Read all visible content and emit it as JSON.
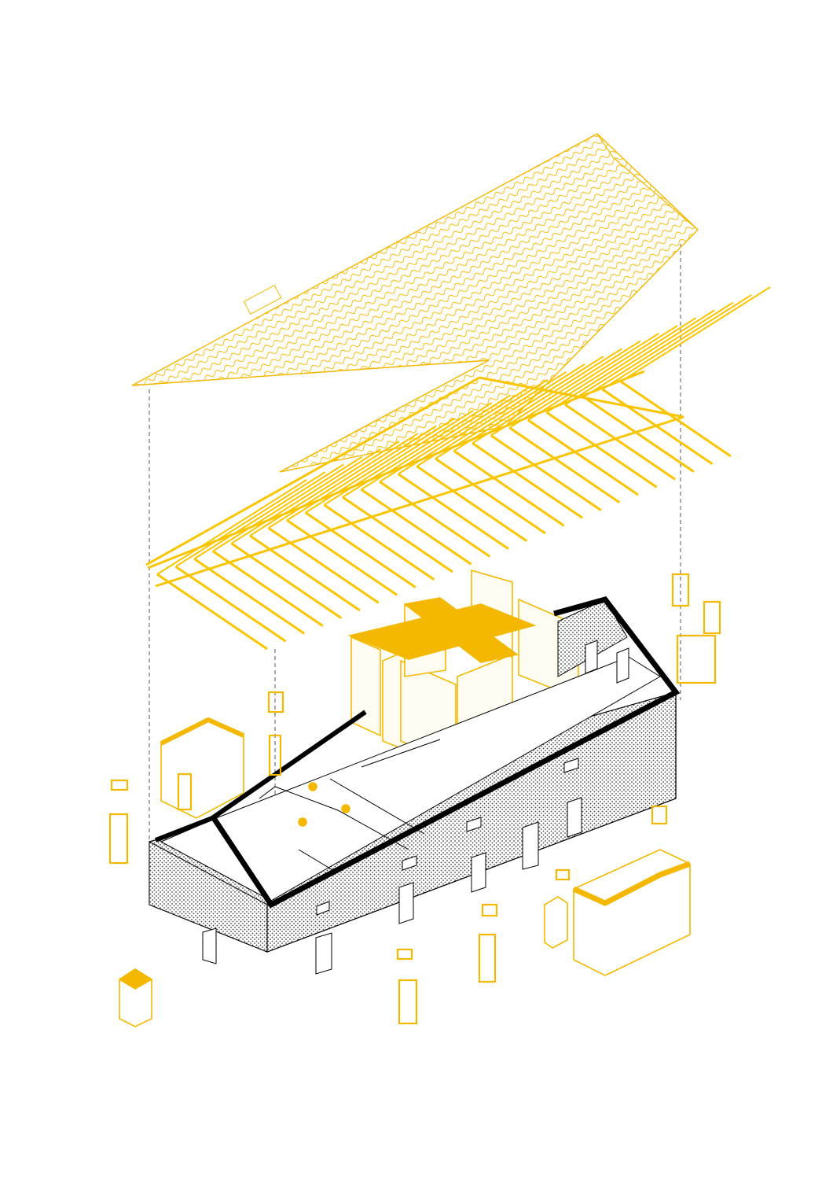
{
  "diagram": {
    "kind": "exploded-axonometric",
    "text_labels": []
  },
  "palette": {
    "accent": "#F5B800",
    "accent_light": "#F9D04A",
    "ink": "#000000",
    "hatch": "#555555",
    "floor": "#ffffff",
    "panel_face": "#FFFDF2",
    "background": "#ffffff"
  },
  "components": [
    {
      "id": "roof-covering",
      "name": "roof-covering-tiles"
    },
    {
      "id": "roof-structure",
      "name": "roof-timber-rafters"
    },
    {
      "id": "partitions",
      "name": "interior-partition-walls"
    },
    {
      "id": "shell",
      "name": "masonry-building-shell"
    },
    {
      "id": "modules",
      "name": "service-modules"
    },
    {
      "id": "openings",
      "name": "window-and-door-frames"
    }
  ]
}
